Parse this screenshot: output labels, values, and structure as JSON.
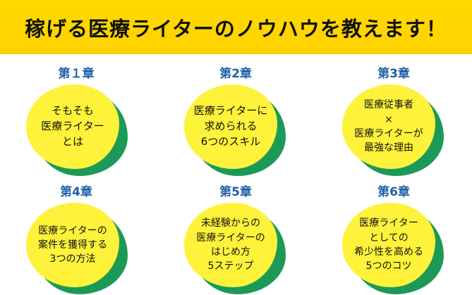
{
  "header": {
    "title": "稼げる医療ライターのノウハウを教えます！"
  },
  "chapters": [
    {
      "label": "第１章",
      "lines": [
        "そもそも",
        "医療ライター",
        "とは"
      ]
    },
    {
      "label": "第2章",
      "lines": [
        "医療ライターに",
        "求められる",
        "6つのスキル"
      ]
    },
    {
      "label": "第3章",
      "lines": [
        "医療従事者",
        "×",
        "医療ライターが",
        "最強な理由"
      ]
    },
    {
      "label": "第4章",
      "lines": [
        "医療ライターの",
        "案件を獲得する",
        "3つの方法"
      ]
    },
    {
      "label": "第5章",
      "lines": [
        "未経験からの",
        "医療ライターの",
        "はじめ方",
        "5ステップ"
      ]
    },
    {
      "label": "第6章",
      "lines": [
        "医療ライター",
        "としての",
        "希少性を高める",
        "5つのコツ"
      ]
    }
  ],
  "colors": {
    "banner": "#ffd900",
    "chapter_label": "#1e5fa8",
    "blob_fill": "#fff23a",
    "blob_shadow": "#1b9a57"
  }
}
